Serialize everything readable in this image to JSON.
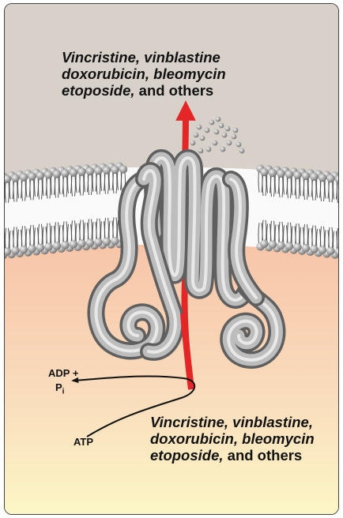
{
  "top_label": {
    "line1": "Vincristine, vinblastine",
    "line2": "doxorubicin, bleomycin",
    "line3_italic": "etoposide,",
    "line3_rest": " and others"
  },
  "bottom_label": {
    "line1": "Vincristine, vinblastine,",
    "line2": "doxorubicin, bleomycin",
    "line3_italic": "etoposide,",
    "line3_rest": " and others"
  },
  "reaction": {
    "adp": "ADP +",
    "pi_main": "P",
    "pi_sub": "i",
    "atp": "ATP"
  },
  "colors": {
    "outside": "#d8d1c9",
    "inside_top": "#f7c9ad",
    "inside_bottom": "#fbf3c3",
    "arrow": "#e32726",
    "protein": "#9d9d9d",
    "lipid_head": "#a8a8a8"
  }
}
